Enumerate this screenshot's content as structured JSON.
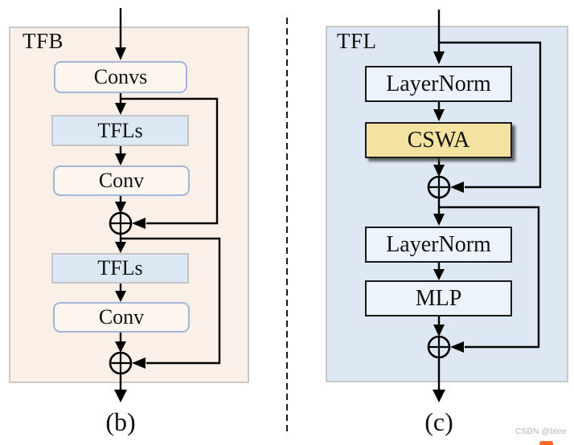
{
  "figure": {
    "tfb": {
      "label": "TFB",
      "caption": "(b)",
      "convs": "Convs",
      "tfls1": "TFLs",
      "conv1": "Conv",
      "tfls2": "TFLs",
      "conv2": "Conv"
    },
    "tfl": {
      "label": "TFL",
      "caption": "(c)",
      "layernorm1": "LayerNorm",
      "cswa": "CSWA",
      "layernorm2": "LayerNorm",
      "mlp": "MLP"
    },
    "watermark": "CSDN @btee"
  },
  "colors": {
    "tfb_panel_bg": "#faf0e8",
    "tfl_panel_bg": "#dde8f4",
    "panel_border": "#c9c9c9",
    "conv_box_bg": "#fdf6ef",
    "conv_box_border": "#a3b4dd",
    "tfls_box_bg": "#dce8f4",
    "tfls_box_border": "#c6c6c6",
    "norm_box_bg": "#edf3fa",
    "norm_box_border": "#1a1a1a",
    "cswa_box_bg": "#f4e3a0",
    "line": "#000000",
    "watermark": "#b3b3b3",
    "watermark_logo": "#ff6a2b"
  }
}
